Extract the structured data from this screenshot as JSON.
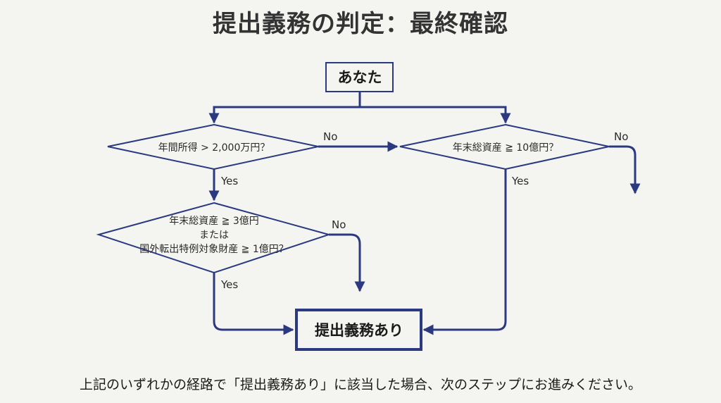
{
  "title": "提出義務の判定：最終確認",
  "colors": {
    "stroke": "#2b3a80",
    "background": "#f4f4f1",
    "text": "#333333"
  },
  "nodes": {
    "start": "あなた",
    "q1": "年間所得 > 2,000万円？",
    "q2": "年末総資産 ≧ 10億円？",
    "q3_lines": [
      "年末総資産 ≧ 3億円",
      "または",
      "国外転出特例対象財産 ≧ 1億円？"
    ],
    "result": "提出義務あり"
  },
  "edge_labels": {
    "q1_no": "No",
    "q1_yes": "Yes",
    "q2_no": "No",
    "q2_yes": "Yes",
    "q3_no": "No",
    "q3_yes": "Yes"
  },
  "footer": "上記のいずれかの経路で「提出義務あり」に該当した場合、次のステップにお進みください。"
}
